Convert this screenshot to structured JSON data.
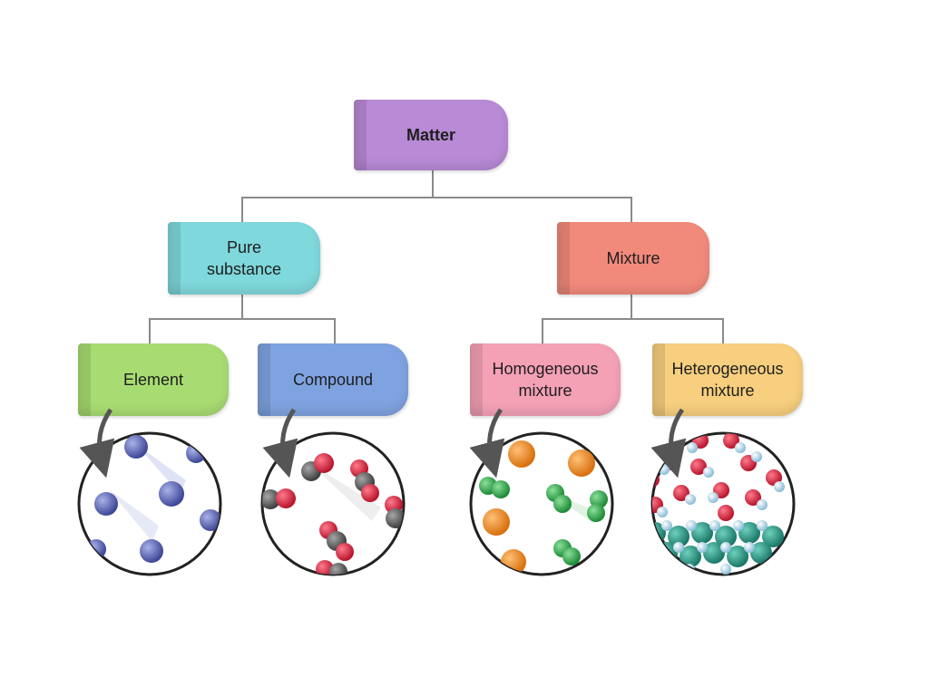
{
  "nodes": {
    "matter": "Matter",
    "pure_substance": "Pure\nsubstance",
    "mixture": "Mixture",
    "element": "Element",
    "compound": "Compound",
    "homogeneous": "Homogeneous\nmixture",
    "heterogeneous": "Heterogeneous\nmixture"
  },
  "colors": {
    "matter": "#b98ad6",
    "pure_substance": "#7fd8dc",
    "mixture": "#f28a7c",
    "element": "#a8dc72",
    "compound": "#7fa3e0",
    "homogeneous": "#f4a1b6",
    "heterogeneous": "#f7cf7e",
    "connector": "#8a8a8a",
    "element_atom": "#5560b0",
    "compound_dark": "#555555",
    "compound_red": "#d21f3a",
    "homog_green": "#2ea84a",
    "homog_orange": "#ee8a22",
    "hetero_teal": "#2a9a86",
    "hetero_light": "#a9d4ea",
    "hetero_red": "#d21f3a"
  }
}
